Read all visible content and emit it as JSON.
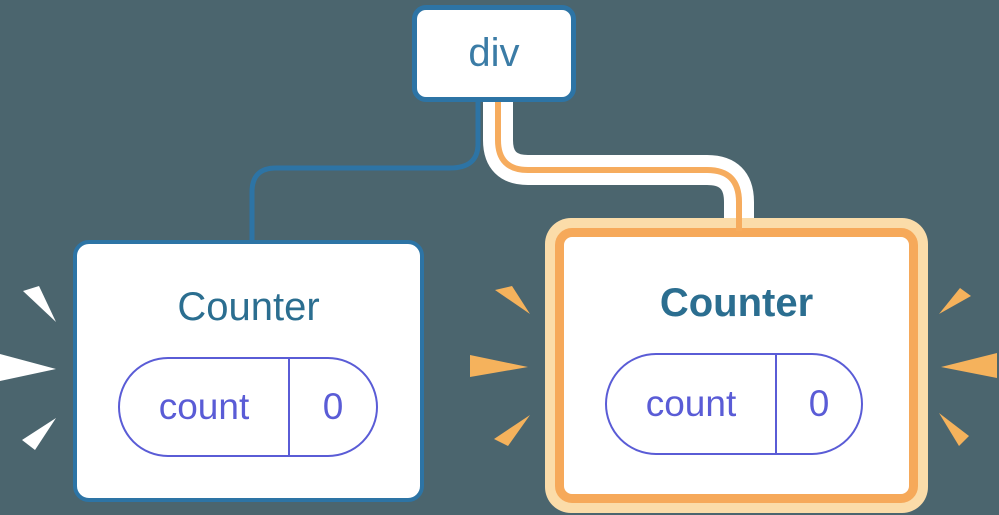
{
  "diagram": {
    "description": "React component tree: div root with two Counter children; right Counter instance highlighted",
    "background_color": "#4B656E"
  },
  "tree": {
    "root_label": "div"
  },
  "counters": [
    {
      "title": "Counter",
      "state_name": "count",
      "state_value": "0",
      "highlighted": false,
      "accent_color": "#2D74A5"
    },
    {
      "title": "Counter",
      "state_name": "count",
      "state_value": "0",
      "highlighted": true,
      "accent_color": "#F6A95A"
    }
  ],
  "colors": {
    "background": "#4B656E",
    "blue_border": "#2D74A5",
    "root_text": "#3B7CA6",
    "title_text": "#2B6E90",
    "state_purple": "#5A5CD6",
    "highlight_orange": "#F6A95A",
    "highlight_halo": "#FBDCA9",
    "connector_orange": "#F6AC5E",
    "burst_white": "#FFFFFF",
    "burst_orange": "#F5B25C"
  },
  "icons": {
    "left_burst": "white-burst-rays-icon",
    "right_inner_burst": "orange-burst-rays-icon",
    "right_outer_burst": "orange-burst-rays-icon"
  }
}
